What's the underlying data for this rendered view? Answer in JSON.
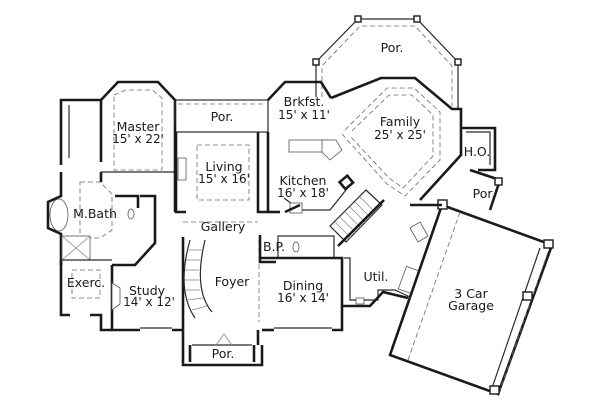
{
  "plan": {
    "rooms": [
      {
        "id": "porch-top",
        "name": "Por.",
        "dims": ""
      },
      {
        "id": "master",
        "name": "Master",
        "dims": "15' x 22'"
      },
      {
        "id": "porch-rear",
        "name": "Por.",
        "dims": ""
      },
      {
        "id": "brkfst",
        "name": "Brkfst.",
        "dims": "15' x 11'"
      },
      {
        "id": "family",
        "name": "Family",
        "dims": "25' x 25'"
      },
      {
        "id": "living",
        "name": "Living",
        "dims": "15' x 16'"
      },
      {
        "id": "kitchen",
        "name": "Kitchen",
        "dims": "16' x 18'"
      },
      {
        "id": "ho",
        "name": "H.O.",
        "dims": ""
      },
      {
        "id": "porch-side",
        "name": "Por.",
        "dims": ""
      },
      {
        "id": "mbath",
        "name": "M.Bath",
        "dims": ""
      },
      {
        "id": "gallery",
        "name": "Gallery",
        "dims": ""
      },
      {
        "id": "bp",
        "name": "B.P.",
        "dims": ""
      },
      {
        "id": "exerc",
        "name": "Exerc.",
        "dims": ""
      },
      {
        "id": "study",
        "name": "Study",
        "dims": "14' x 12'"
      },
      {
        "id": "foyer",
        "name": "Foyer",
        "dims": ""
      },
      {
        "id": "dining",
        "name": "Dining",
        "dims": "16' x 14'"
      },
      {
        "id": "util",
        "name": "Util.",
        "dims": ""
      },
      {
        "id": "garage",
        "name": "3 Car",
        "dims": "Garage"
      },
      {
        "id": "porch-front",
        "name": "Por.",
        "dims": ""
      }
    ]
  },
  "colors": {
    "wall": "#1a1a1a",
    "background": "#ffffff",
    "dash": "#6a6a6a"
  }
}
